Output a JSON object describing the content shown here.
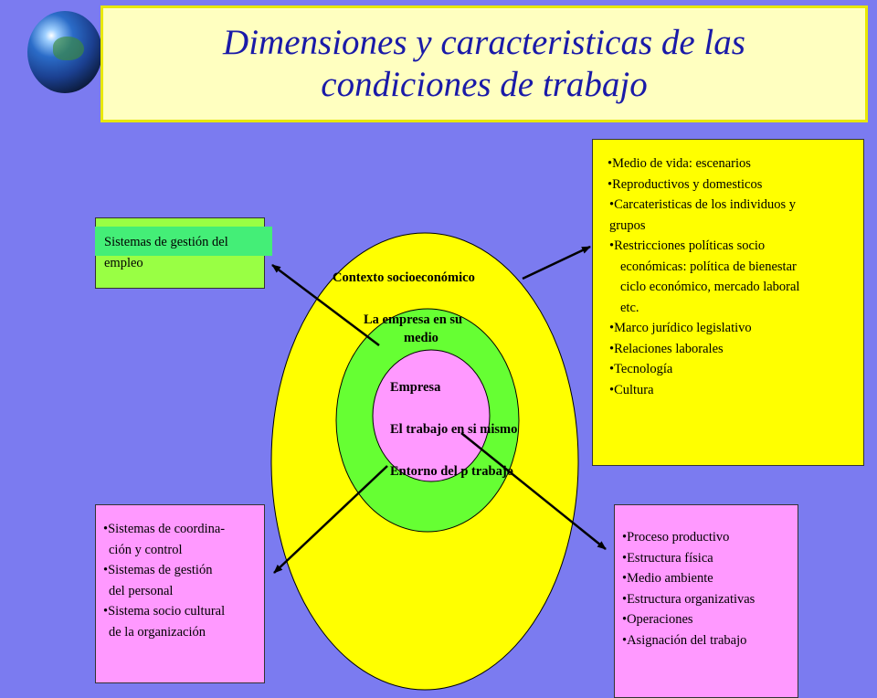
{
  "title": {
    "line1": "Dimensiones y caracteristicas de las",
    "line2": "condiciones de trabajo"
  },
  "colors": {
    "background": "#7b7bf0",
    "outer_ellipse": "#ffff00",
    "middle_ellipse": "#66ff33",
    "inner_ellipse": "#ff99ff",
    "title_text": "#1a1aa8"
  },
  "diagram": {
    "outer_label": "Contexto socioeconómico",
    "middle_label_line1": "La empresa en su",
    "middle_label_line2": "medio",
    "inner_items": [
      "Empresa",
      "El trabajo en si mismo",
      "Entorno del p trabajo"
    ]
  },
  "box_top_left": {
    "line1": "Sistemas de gestión del",
    "line2": "empleo"
  },
  "box_top_right": {
    "lines": [
      "•Medio de vida: escenarios",
      "•Reproductivos y domesticos",
      " •Carcateristicas de los individuos y",
      " grupos",
      " •Restricciones políticas socio",
      "   económicas: política de bienestar",
      "   ciclo económico, mercado laboral",
      "   etc.",
      " •Marco jurídico legislativo",
      " •Relaciones laborales",
      " •Tecnología",
      " •Cultura"
    ]
  },
  "box_bottom_left": {
    "lines": [
      "•Sistemas de coordina-",
      "  ción y control",
      "•Sistemas de gestión",
      "  del personal",
      "•Sistema socio cultural",
      "  de la organización"
    ]
  },
  "box_bottom_right": {
    "lines": [
      "•Proceso productivo",
      "•Estructura física",
      "•Medio ambiente",
      "•Estructura organizativas",
      "•Operaciones",
      "•Asignación del trabajo"
    ]
  }
}
